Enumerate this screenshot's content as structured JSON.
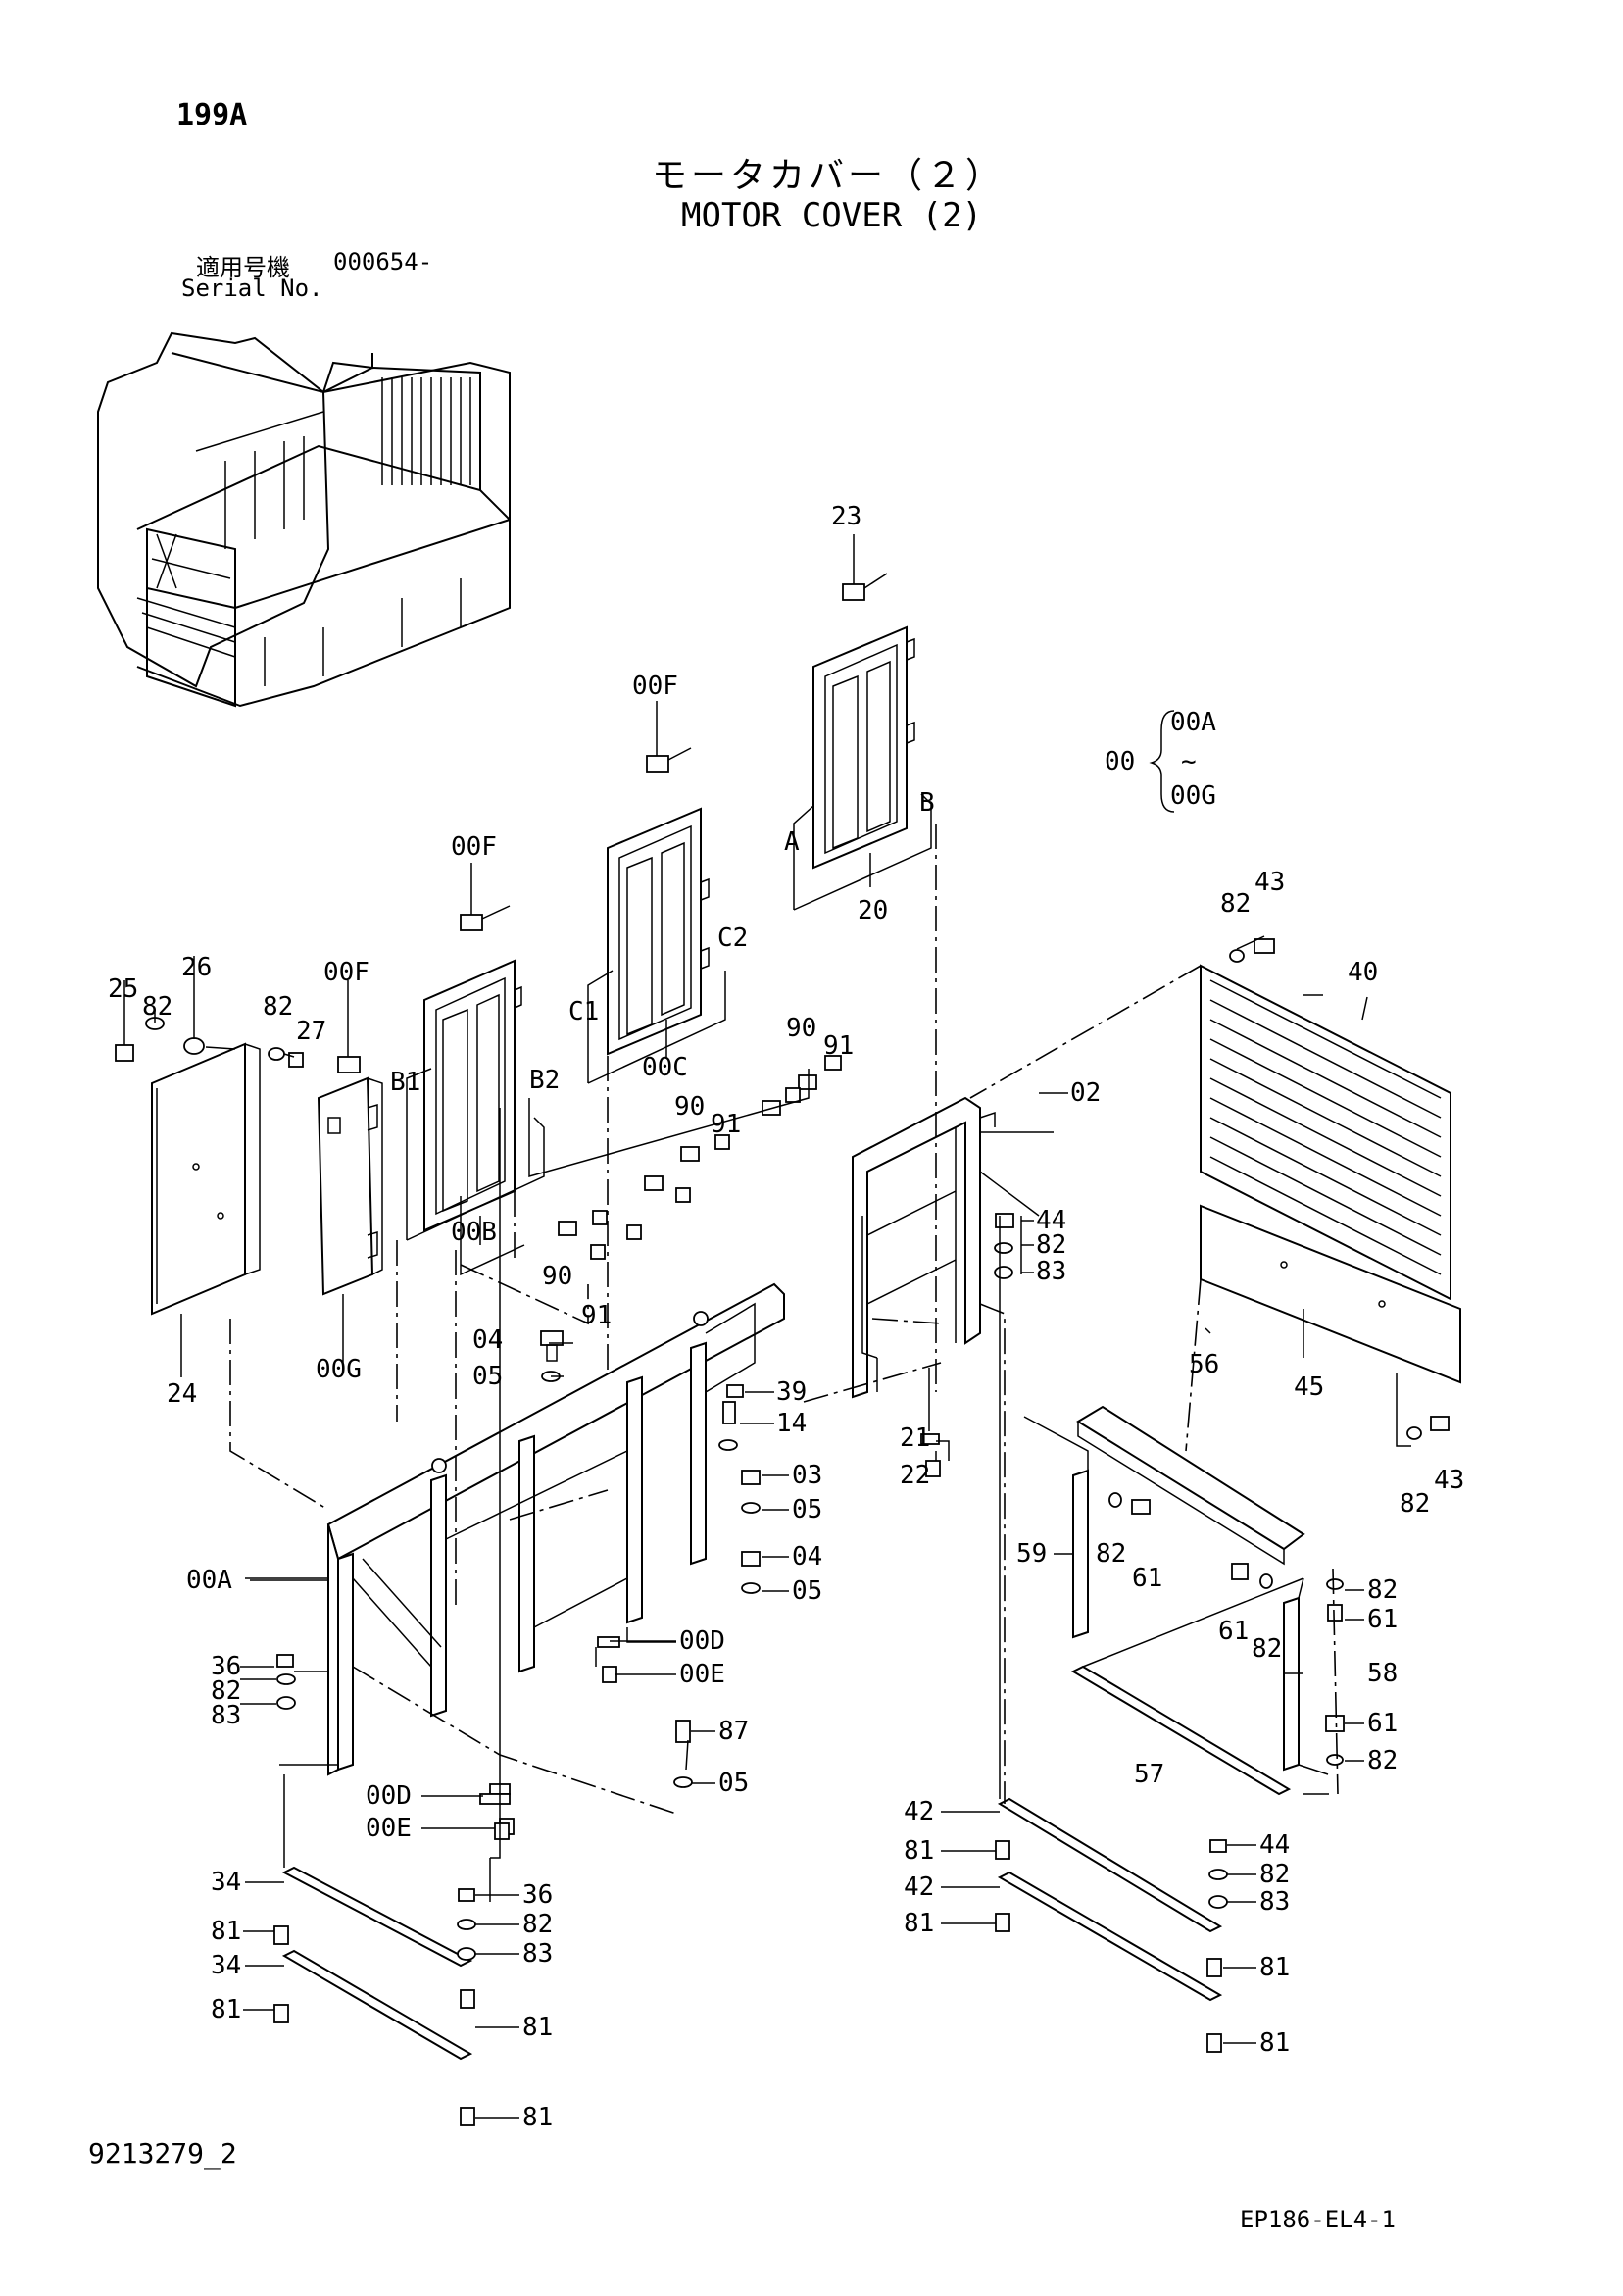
{
  "page_code": "199A",
  "title_ja": "モータカバー（２）",
  "title_en": "MOTOR COVER (2)",
  "serial_label_ja": "適用号機",
  "serial_value": "000654-",
  "serial_label_en": "Serial No.",
  "doc_id": "9213279_2",
  "ep_code": "EP186-EL4-1",
  "assembly_bracket": {
    "main": "00",
    "from": "00A",
    "tilde": "~",
    "to": "00G"
  },
  "callouts": {
    "c23": "23",
    "c00F_a": "00F",
    "c00F_b": "00F",
    "c00F_c": "00F",
    "c20": "20",
    "cA": "A",
    "cB": "B",
    "cC1": "C1",
    "cC2": "C2",
    "c00C": "00C",
    "cB1": "B1",
    "cB2": "B2",
    "c00B": "00B",
    "c25": "25",
    "c82a": "82",
    "c26": "26",
    "c82b": "82",
    "c27": "27",
    "c24": "24",
    "c00G": "00G",
    "c90a": "90",
    "c91a": "91",
    "c90b": "90",
    "c91b": "91",
    "c90c": "90",
    "c91c": "91",
    "c02": "02",
    "c44a": "44",
    "c82c": "82",
    "c83a": "83",
    "c40": "40",
    "c43a": "43",
    "c82d": "82",
    "c45": "45",
    "c43b": "43",
    "c82e": "82",
    "c04a": "04",
    "c05a": "05",
    "c39": "39",
    "c14": "14",
    "c03": "03",
    "c05b": "05",
    "c04b": "04",
    "c05c": "05",
    "c21": "21",
    "c22": "22",
    "c00A": "00A",
    "c36a": "36",
    "c82f": "82",
    "c83b": "83",
    "c00Da": "00D",
    "c00Ea": "00E",
    "c87": "87",
    "c05d": "05",
    "c00Db": "00D",
    "c00Eb": "00E",
    "c34a": "34",
    "c81a": "81",
    "c36b": "36",
    "c82g": "82",
    "c83c": "83",
    "c34b": "34",
    "c81b": "81",
    "c81c": "81",
    "c81d": "81",
    "c56": "56",
    "c59": "59",
    "c82h": "82",
    "c61a": "61",
    "c61b": "61",
    "c82i": "82",
    "c82j": "82",
    "c61c": "61",
    "c58": "58",
    "c61d": "61",
    "c82k": "82",
    "c57": "57",
    "c42a": "42",
    "c81e": "81",
    "c42b": "42",
    "c81f": "81",
    "c44b": "44",
    "c82l": "82",
    "c83d": "83",
    "c81g": "81",
    "c81h": "81"
  }
}
